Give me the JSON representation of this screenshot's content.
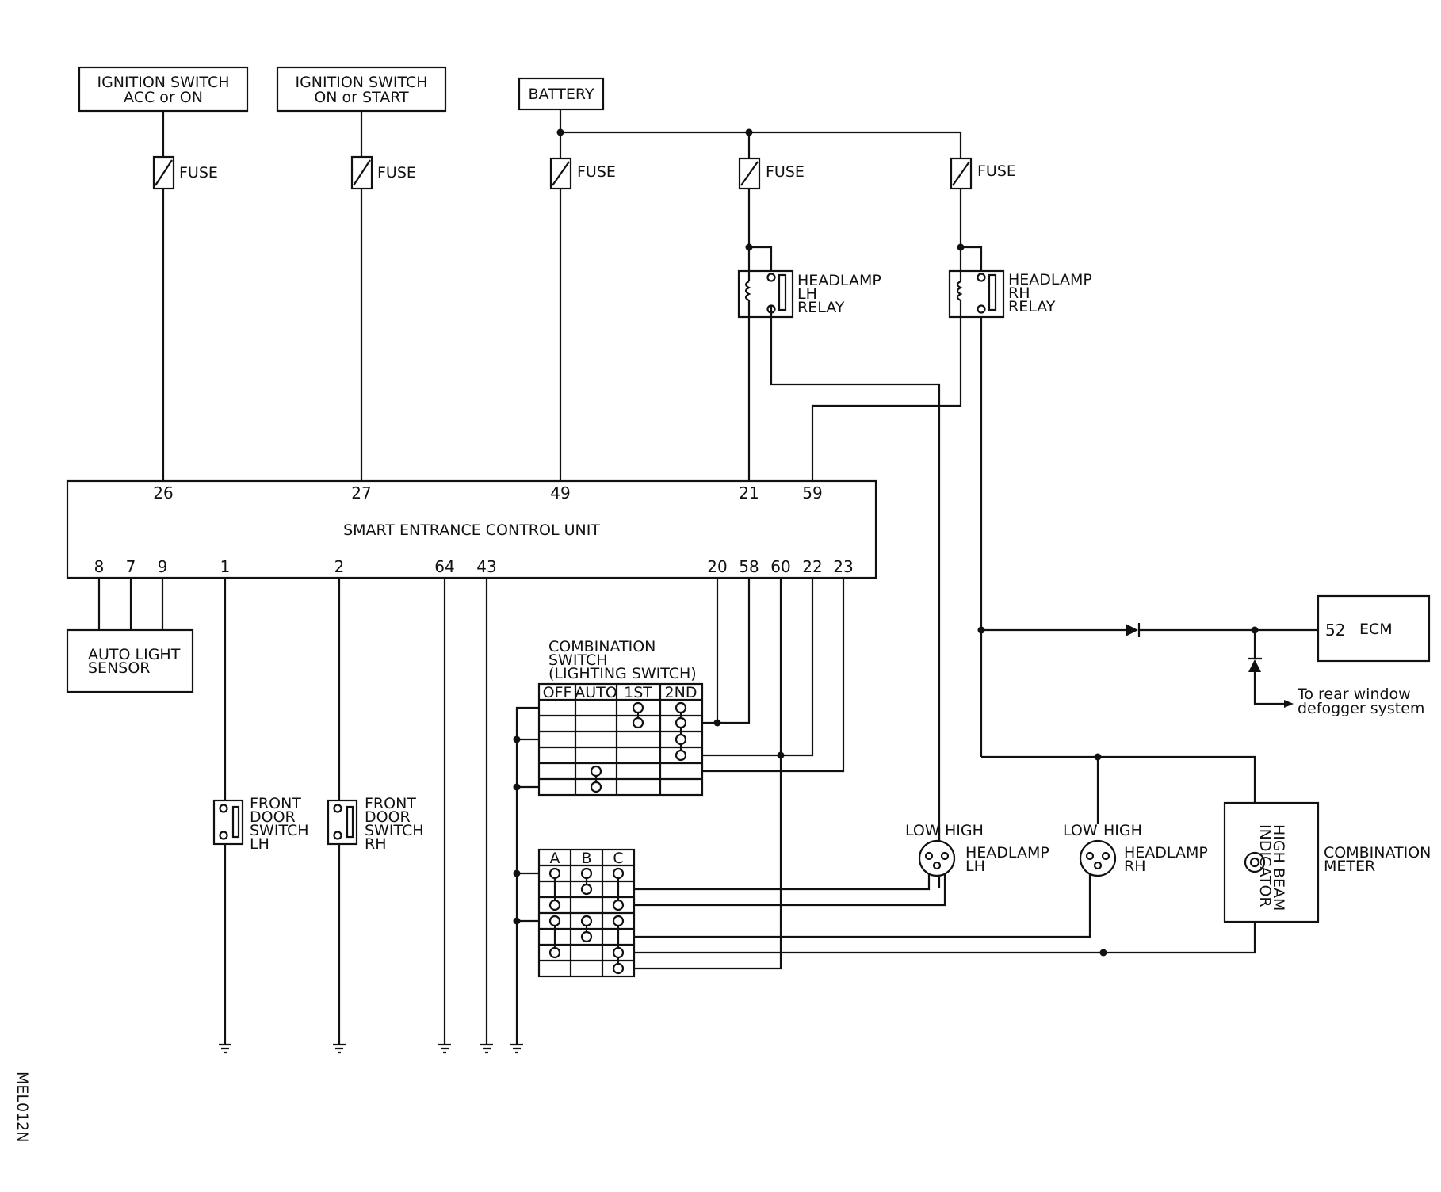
{
  "supplies": {
    "ign_acc": [
      "IGNITION SWITCH",
      "ACC or ON"
    ],
    "ign_on": [
      "IGNITION SWITCH",
      "ON or START"
    ],
    "battery": "BATTERY"
  },
  "fuse_label": "FUSE",
  "relays": {
    "lh": [
      "HEADLAMP",
      "LH",
      "RELAY"
    ],
    "rh": [
      "HEADLAMP",
      "RH",
      "RELAY"
    ]
  },
  "control_unit": {
    "name": "SMART ENTRANCE CONTROL UNIT",
    "top_pins": [
      "26",
      "27",
      "49",
      "21",
      "59"
    ],
    "bottom_pins": [
      "8",
      "7",
      "9",
      "1",
      "2",
      "64",
      "43",
      "20",
      "58",
      "60",
      "22",
      "23"
    ]
  },
  "auto_light_sensor": [
    "AUTO LIGHT",
    "SENSOR"
  ],
  "door_switches": {
    "lh": [
      "FRONT",
      "DOOR",
      "SWITCH",
      "LH"
    ],
    "rh": [
      "FRONT",
      "DOOR",
      "SWITCH",
      "RH"
    ]
  },
  "combination_switch": {
    "title": [
      "COMBINATION",
      "SWITCH",
      "(LIGHTING SWITCH)"
    ],
    "columns": [
      "OFF",
      "AUTO",
      "1ST",
      "2ND"
    ],
    "dimmer_columns": [
      "A",
      "B",
      "C"
    ]
  },
  "ecm": {
    "pin": "52",
    "name": "ECM"
  },
  "rear_defogger": [
    "To rear window",
    "defogger system"
  ],
  "headlamps": {
    "low": "LOW",
    "high": "HIGH",
    "lh": [
      "HEADLAMP",
      "LH"
    ],
    "rh": [
      "HEADLAMP",
      "RH"
    ]
  },
  "combination_meter": {
    "indicator": [
      "HIGH BEAM",
      "INDICATOR"
    ],
    "name": [
      "COMBINATION",
      "METER"
    ]
  },
  "diagram_code": "MEL012N"
}
